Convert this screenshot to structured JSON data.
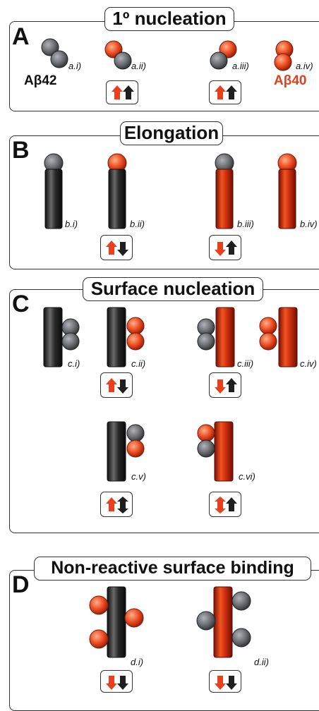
{
  "colors": {
    "grey": "#666a6e",
    "red": "#e0401f",
    "dark": "#222222"
  },
  "panels": {
    "A": {
      "letter": "A",
      "title": "1º nucleation",
      "labels": [
        "a.i)",
        "a.ii)",
        "a.iii)",
        "a.iv)"
      ],
      "species_left": "Aβ42",
      "species_right": "Aβ40"
    },
    "B": {
      "letter": "B",
      "title": "Elongation",
      "labels": [
        "b.i)",
        "b.ii)",
        "b.iii)",
        "b.iv)"
      ]
    },
    "C": {
      "letter": "C",
      "title": "Surface nucleation",
      "labels": [
        "c.i)",
        "c.ii)",
        "c.iii)",
        "c.iv)",
        "c.v)",
        "c.vi)"
      ]
    },
    "D": {
      "letter": "D",
      "title": "Non-reactive surface binding",
      "labels": [
        "d.i)",
        "d.ii)"
      ]
    }
  }
}
